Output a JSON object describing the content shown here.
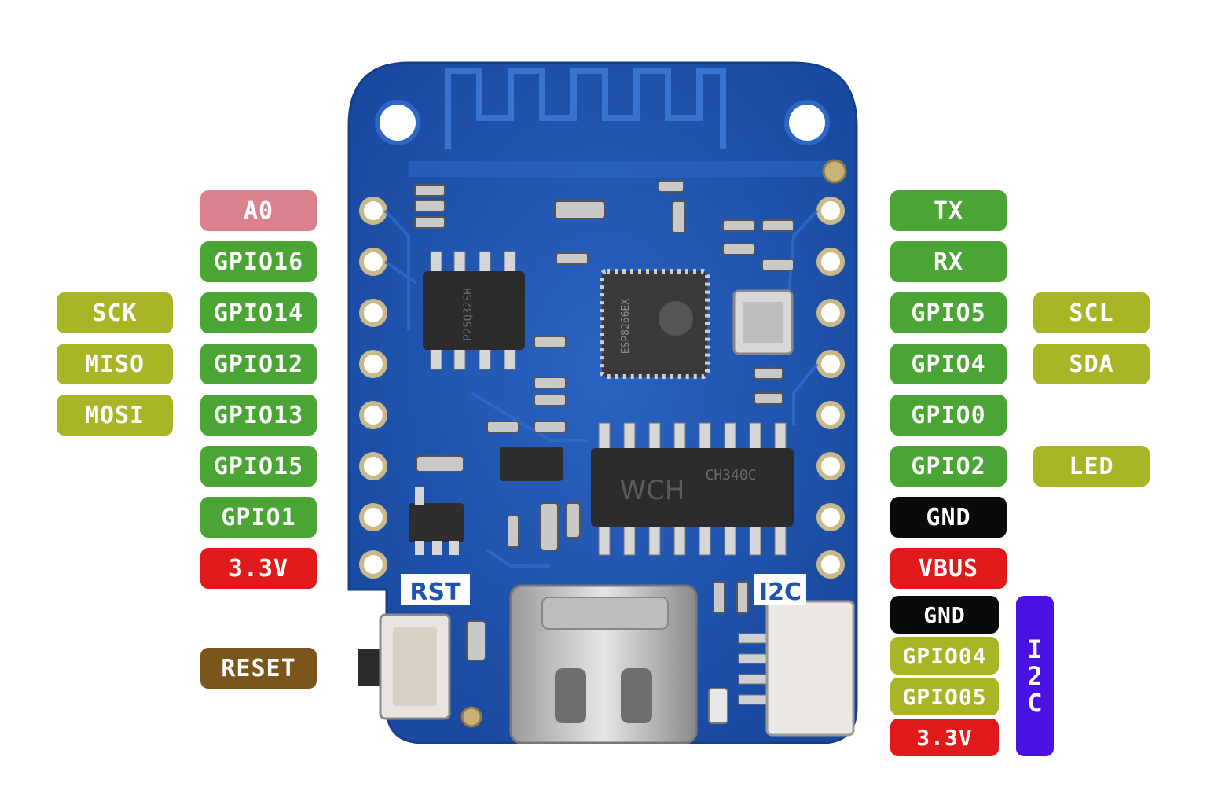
{
  "colors": {
    "analog": "#d9828e",
    "gpio": "#4aa535",
    "alt": "#a8b526",
    "ground": "#0a0a0a",
    "power": "#e01a1a",
    "reset": "#7b561c",
    "i2c_bus": "#4a12e0",
    "pcb": "#1f55b0"
  },
  "silkscreen": {
    "rst": "RST",
    "i2c": "I2C",
    "chip_ch340": "CH340C",
    "chip_wch": "WCH",
    "chip_esp": "ESP8266EX",
    "chip_flash": "P25Q32SH"
  },
  "left_pins": [
    {
      "label": "A0",
      "type": "analog",
      "alt": ""
    },
    {
      "label": "GPIO16",
      "type": "gpio",
      "alt": ""
    },
    {
      "label": "GPIO14",
      "type": "gpio",
      "alt": "SCK"
    },
    {
      "label": "GPIO12",
      "type": "gpio",
      "alt": "MISO"
    },
    {
      "label": "GPIO13",
      "type": "gpio",
      "alt": "MOSI"
    },
    {
      "label": "GPIO15",
      "type": "gpio",
      "alt": ""
    },
    {
      "label": "GPIO1",
      "type": "gpio",
      "alt": ""
    },
    {
      "label": "3.3V",
      "type": "power",
      "alt": ""
    }
  ],
  "right_pins": [
    {
      "label": "TX",
      "type": "gpio",
      "alt": ""
    },
    {
      "label": "RX",
      "type": "gpio",
      "alt": ""
    },
    {
      "label": "GPIO5",
      "type": "gpio",
      "alt": "SCL"
    },
    {
      "label": "GPIO4",
      "type": "gpio",
      "alt": "SDA"
    },
    {
      "label": "GPIO0",
      "type": "gpio",
      "alt": ""
    },
    {
      "label": "GPIO2",
      "type": "gpio",
      "alt": "LED"
    },
    {
      "label": "GND",
      "type": "ground",
      "alt": ""
    },
    {
      "label": "VBUS",
      "type": "power",
      "alt": ""
    }
  ],
  "reset_label": "RESET",
  "i2c_connector": {
    "pins": [
      {
        "label": "GND",
        "type": "ground"
      },
      {
        "label": "GPIO04",
        "type": "alt"
      },
      {
        "label": "GPIO05",
        "type": "alt"
      },
      {
        "label": "3.3V",
        "type": "power"
      }
    ],
    "bus_letters": [
      "I",
      "2",
      "C"
    ]
  }
}
